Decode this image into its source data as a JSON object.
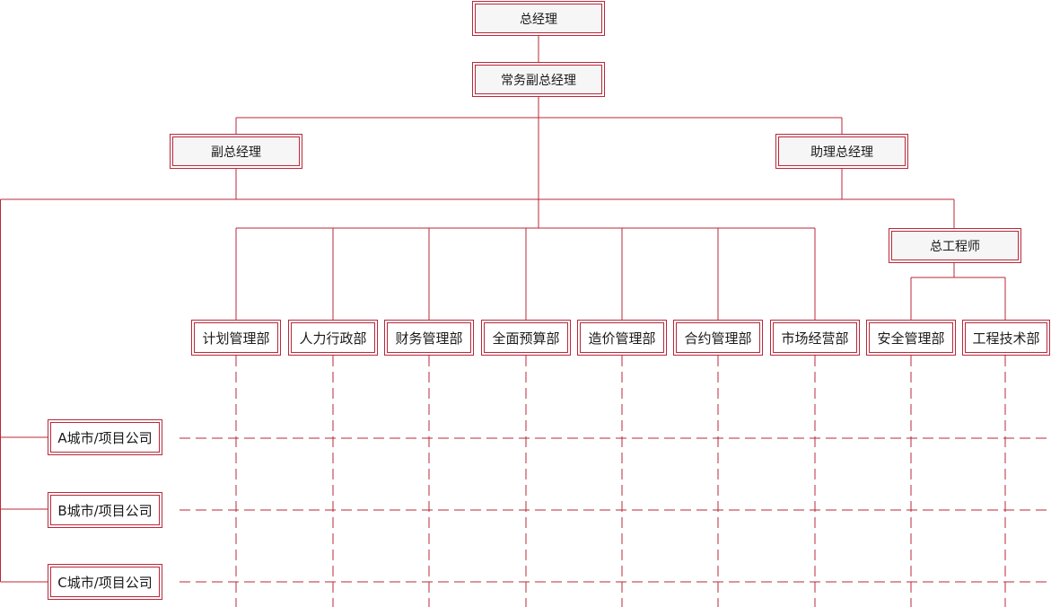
{
  "colors": {
    "line": "#b8283a",
    "top_fill": "#f6f6f6"
  },
  "chart": {
    "gm": "总经理",
    "exec_vp": "常务副总经理",
    "vp": "副总经理",
    "assistant_gm": "助理总经理",
    "chief_engineer": "总工程师",
    "departments": [
      "计划管理部",
      "人力行政部",
      "财务管理部",
      "全面预算部",
      "造价管理部",
      "合约管理部",
      "市场经营部",
      "安全管理部",
      "工程技术部"
    ],
    "companies": [
      "A城市/项目公司",
      "B城市/项目公司",
      "C城市/项目公司"
    ]
  }
}
